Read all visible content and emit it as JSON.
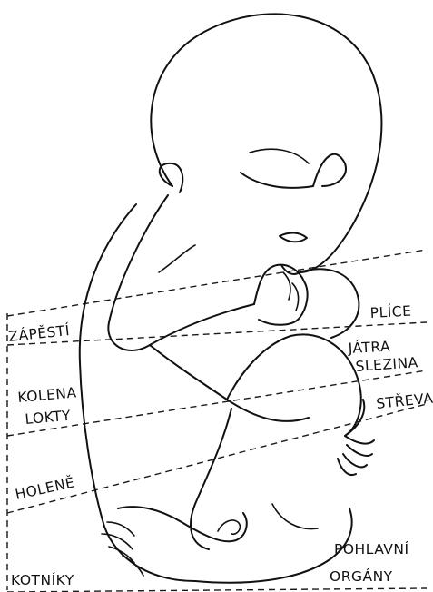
{
  "labels": {
    "zapesti": "ZÁPĚSTÍ",
    "plice": "PLÍCE",
    "jatra": "JÁTRA",
    "slezina": "SLEZINA",
    "kolena": "KOLENA",
    "lokty": "LOKTY",
    "streva": "STŘEVA",
    "holene": "HOLENĚ",
    "pohlavni": "POHLAVNÍ",
    "organy": "ORGÁNY",
    "kotniky": "KOTNÍKY"
  }
}
